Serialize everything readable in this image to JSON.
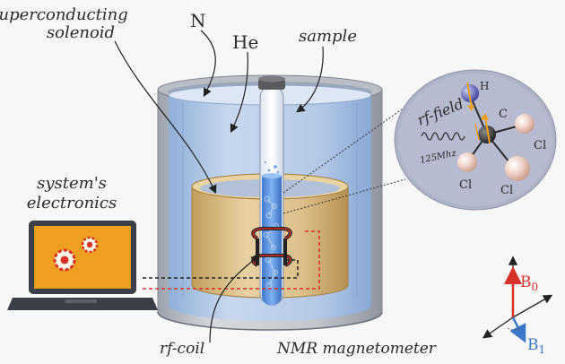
{
  "labels": {
    "superconducting_line1": "superconducting",
    "superconducting_line2": "solenoid",
    "nitrogen": "N",
    "helium": "He",
    "sample": "sample",
    "electronics_line1": "system's",
    "electronics_line2": "electronics",
    "rf_coil": "rf-coil",
    "magnetometer": "NMR magnetometer",
    "rf_field": "rf-field",
    "frequency": "125Mhz",
    "atom_h": "H",
    "atom_c": "C",
    "atom_cl_1": "Cl",
    "atom_cl_2": "Cl",
    "atom_cl_3": "Cl",
    "axis_b0": "B",
    "axis_b0_sub": "0",
    "axis_b1": "B",
    "axis_b1_sub": "1"
  },
  "colors": {
    "dewar_outer": "#c9cdd4",
    "helium_blue": "#a9c3e6",
    "solenoid_gold": "#d8b878",
    "sample_blue": "#5a8fd8",
    "laptop_orange": "#f0a021",
    "rf_red": "#d8312a",
    "b0_red": "#d8312a",
    "b1_blue": "#3a78c8"
  },
  "icons": {
    "gear": "gear-icon",
    "laptop": "laptop-icon"
  }
}
